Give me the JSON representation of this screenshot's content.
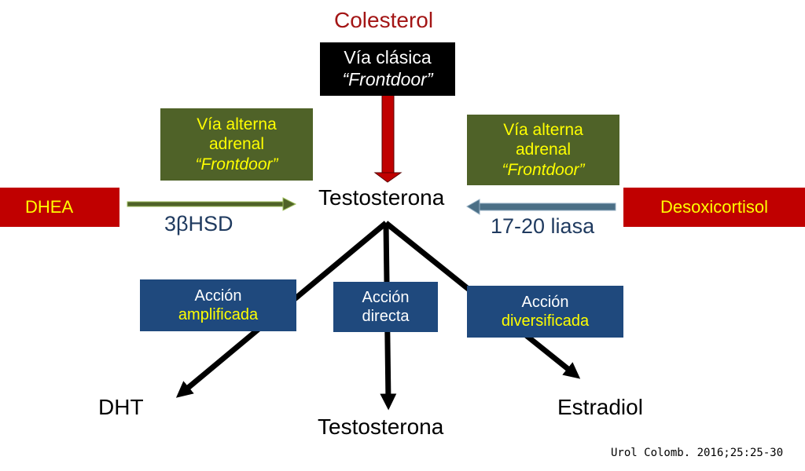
{
  "top": {
    "colesterol": "Colesterol"
  },
  "classic_box": {
    "line1": "Vía clásica",
    "line2": "“Frontdoor”"
  },
  "alt_left": {
    "line1": "Vía alterna",
    "line2": "adrenal",
    "line3": "“Frontdoor”"
  },
  "alt_right": {
    "line1": "Vía alterna",
    "line2": "adrenal",
    "line3": "“Frontdoor”"
  },
  "center": {
    "testosterona": "Testosterona"
  },
  "left_source": {
    "label": "DHEA",
    "enzyme": "3βHSD"
  },
  "right_source": {
    "label": "Desoxicortisol",
    "enzyme": "17-20 liasa"
  },
  "actions": {
    "amplified": {
      "line1": "Acción",
      "line2": "amplificada"
    },
    "direct": {
      "line1": "Acción",
      "line2": "directa"
    },
    "diversified": {
      "line1": "Acción",
      "line2": "diversificada"
    }
  },
  "products": {
    "dht": "DHT",
    "testosterona": "Testosterona",
    "estradiol": "Estradiol"
  },
  "citation": "Urol Colomb. 2016;25:25-30",
  "colors": {
    "red_box": "#c00000",
    "dark_red_text": "#a31515",
    "olive_box": "#4f6228",
    "blue_box": "#1f497d",
    "yellow_text": "#ffff00",
    "arrow_dark": "#000000",
    "enzyme_text": "#1f3a5f"
  }
}
